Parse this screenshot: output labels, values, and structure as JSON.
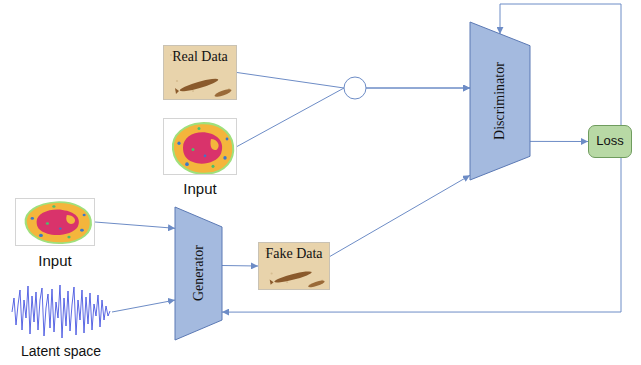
{
  "diagram": {
    "nodes": [
      {
        "text": [
          "Real Data"
        ]
      },
      {
        "text": [
          "Input"
        ]
      },
      {
        "text": [
          "Discriminator"
        ]
      },
      {
        "text": [
          "Loss"
        ]
      },
      {
        "text": [
          "Input"
        ]
      },
      {
        "text": [
          "Generator"
        ]
      },
      {
        "text": [
          "Fake Data"
        ]
      },
      {
        "text": [
          "Latent space"
        ]
      }
    ],
    "edges": [
      {
        "from": 0,
        "to": 2,
        "arrow": "to"
      },
      {
        "from": 1,
        "to": 2,
        "arrow": "to"
      },
      {
        "from": 6,
        "to": 2,
        "arrow": "to"
      },
      {
        "from": 2,
        "to": 3,
        "arrow": "to"
      },
      {
        "from": 3,
        "to": 2,
        "arrow": "to"
      },
      {
        "from": 3,
        "to": 5,
        "arrow": "to"
      },
      {
        "from": 4,
        "to": 5,
        "arrow": "to"
      },
      {
        "from": 7,
        "to": 5,
        "arrow": "to"
      },
      {
        "from": 5,
        "to": 6,
        "arrow": "to"
      }
    ]
  }
}
